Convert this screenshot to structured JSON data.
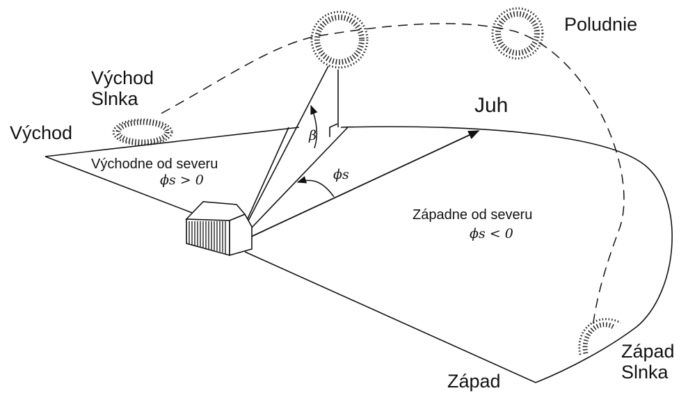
{
  "labels": {
    "vychod_slnka_line1": "Východ",
    "vychod_slnka_line2": "Slnka",
    "vychod": "Východ",
    "poludnie": "Poludnie",
    "juh": "Juh",
    "zapad": "Západ",
    "zapad_slnka_line1": "Západ",
    "zapad_slnka_line2": "Slnka",
    "vychodne_od_severu": "Východne od severu",
    "phi_s_positive": "ϕs > 0",
    "zapadne_od_severu": "Západne od severu",
    "phi_s_negative": "ϕs < 0",
    "beta": "β",
    "phi_s": "ϕs"
  },
  "colors": {
    "ink": "#111111",
    "background": "#ffffff"
  }
}
